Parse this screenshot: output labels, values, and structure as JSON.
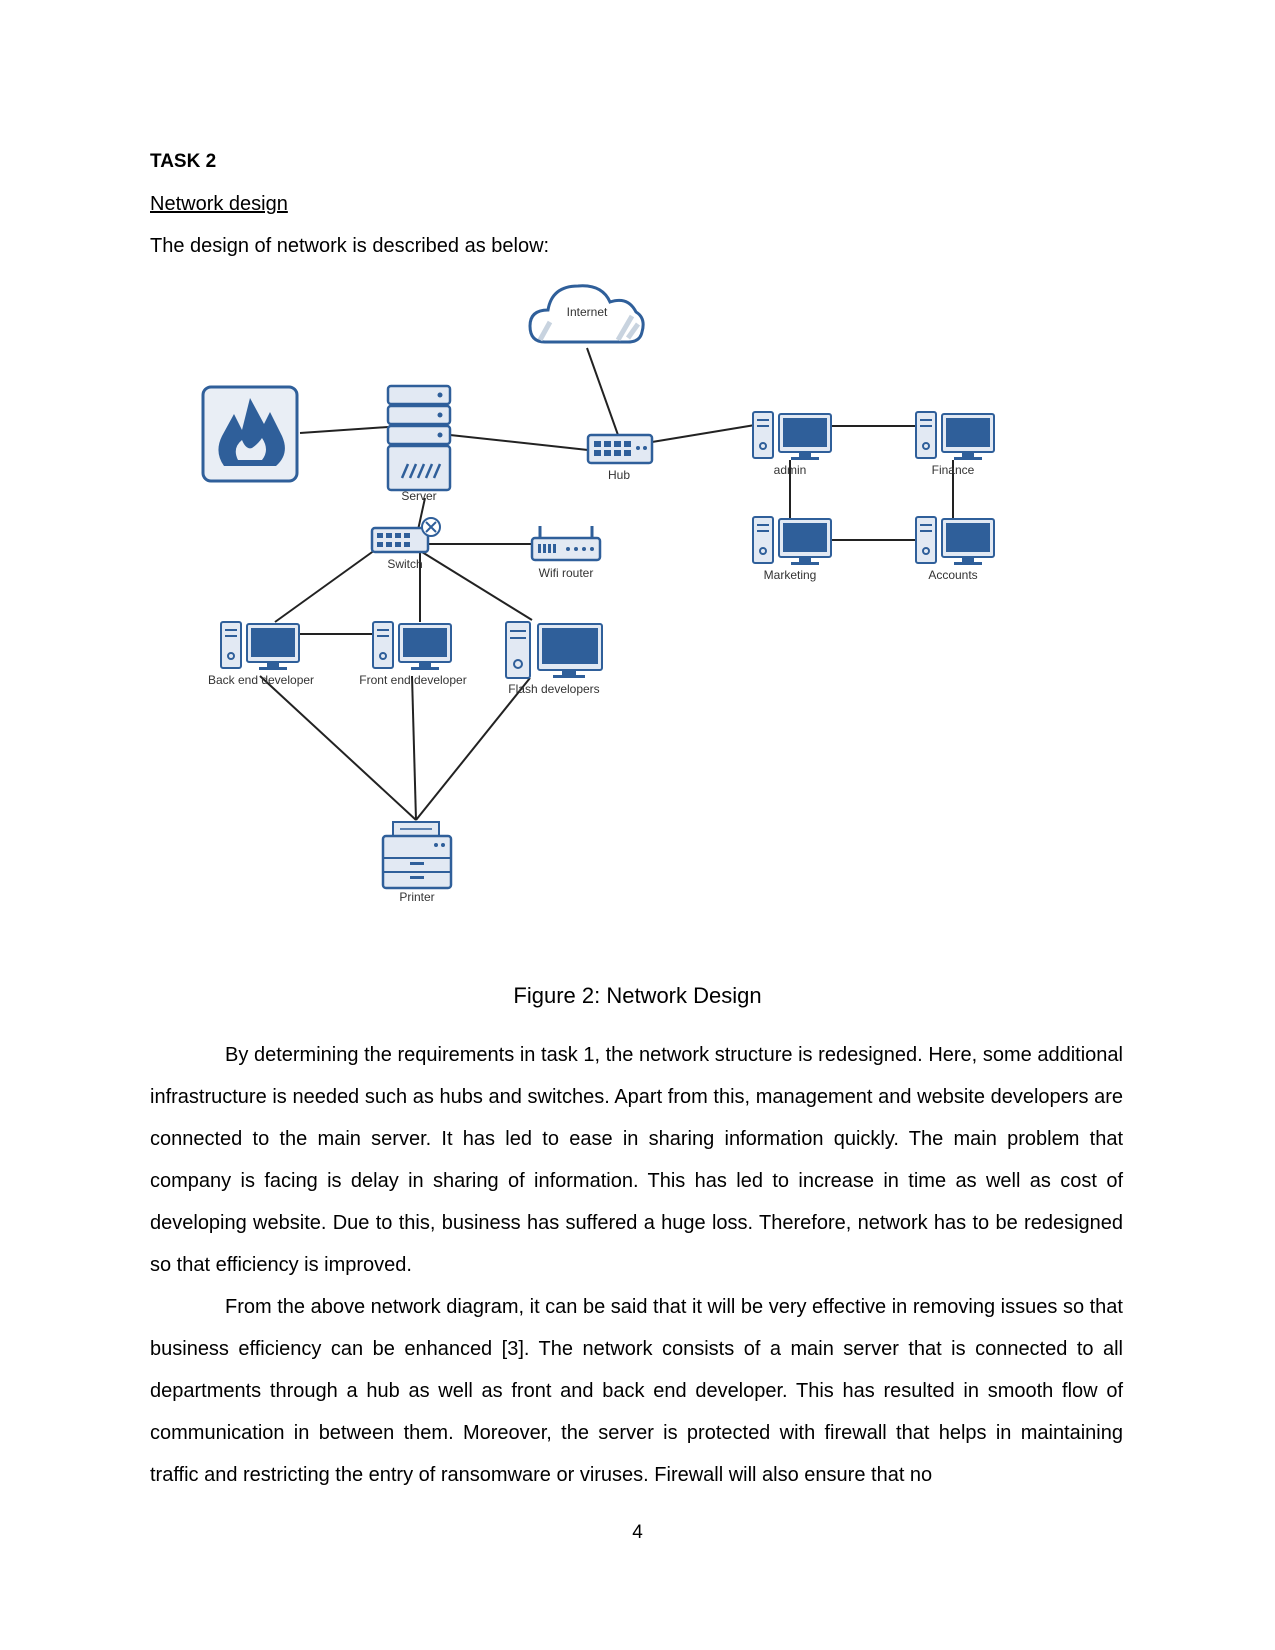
{
  "heading": "TASK 2",
  "subheading": "Network design",
  "intro": "The design of network is described as below:",
  "diagram": {
    "internet": "Internet",
    "server": "Server",
    "hub": "Hub",
    "switch": "Switch",
    "wifi_router": "Wifi router",
    "admin": "admin",
    "finance": "Finance",
    "marketing": "Marketing",
    "accounts": "Accounts",
    "back_end": "Back end developer",
    "front_end": "Front end developer",
    "flash": "Flash developers",
    "printer": "Printer"
  },
  "caption": "Figure 2: Network Design",
  "paragraphs": [
    "By determining the requirements in task 1, the network structure is redesigned. Here, some additional infrastructure is needed such as hubs and switches. Apart from this, management and website developers are connected to the main server. It has led to ease in sharing information quickly. The main problem that company is facing is delay in sharing of information. This has led to increase in time as well as cost of developing website. Due to this, business has suffered a huge loss. Therefore, network has to be redesigned so that efficiency is improved.",
    "From the above network diagram, it can be said that it will be very effective in removing issues so that business efficiency can be enhanced [3]. The network consists of a main server that is connected to all departments through a hub as well as front and back end developer. This has resulted in smooth flow of communication in between them. Moreover, the server is protected with firewall that helps in maintaining traffic and restricting the entry of ransomware or viruses. Firewall will also ensure that no"
  ],
  "page_number": "4"
}
